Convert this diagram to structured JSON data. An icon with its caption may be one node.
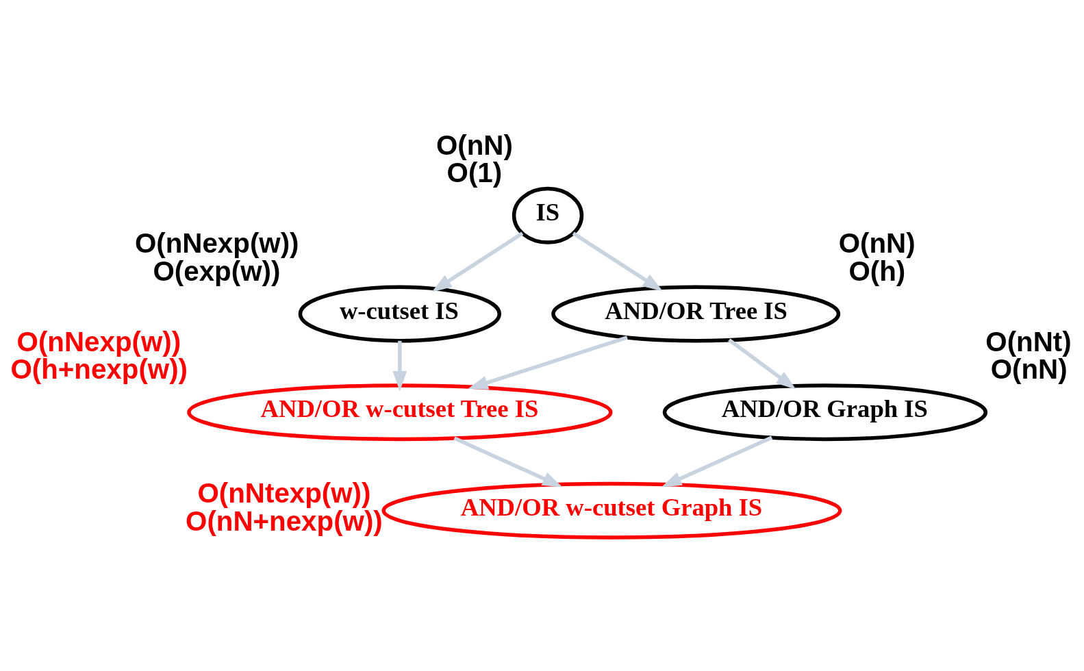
{
  "diagram": {
    "nodes": [
      {
        "text": [
          "IS"
        ],
        "beside": [
          "O(nN)",
          "O(1)"
        ]
      },
      {
        "text": [
          "w-cutset IS"
        ],
        "beside": [
          "O(nNexp(w))",
          "O(exp(w))"
        ]
      },
      {
        "text": [
          "AND/OR Tree IS"
        ],
        "beside": [
          "O(nN)",
          "O(h)"
        ]
      },
      {
        "text": [
          "AND/OR Graph IS"
        ],
        "beside": [
          "O(nNt)",
          "O(nN)"
        ]
      },
      {
        "text": [
          "AND/OR w-cutset Tree IS"
        ],
        "beside": [
          "O(nNexp(w))",
          "O(h+nexp(w))"
        ]
      },
      {
        "text": [
          "AND/OR w-cutset Graph IS"
        ],
        "beside": [
          "O(nNtexp(w))",
          "O(nN+nexp(w))"
        ]
      }
    ],
    "edges": [
      {
        "from": 0,
        "to": 1,
        "arrow": "to"
      },
      {
        "from": 0,
        "to": 2,
        "arrow": "to"
      },
      {
        "from": 1,
        "to": 4,
        "arrow": "to"
      },
      {
        "from": 2,
        "to": 4,
        "arrow": "to"
      },
      {
        "from": 2,
        "to": 3,
        "arrow": "to"
      },
      {
        "from": 4,
        "to": 5,
        "arrow": "to"
      },
      {
        "from": 3,
        "to": 5,
        "arrow": "to"
      }
    ]
  }
}
